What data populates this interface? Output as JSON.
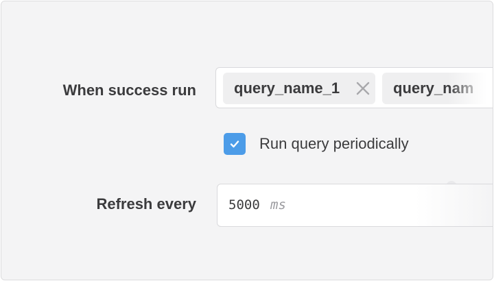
{
  "form": {
    "success_label": "When success run",
    "selected_queries": [
      {
        "label": "query_name_1",
        "remove_icon": "close-icon"
      },
      {
        "label": "query_nam"
      }
    ],
    "periodic": {
      "label": "Run query periodically",
      "checked": true,
      "check_icon": "checkmark-icon"
    },
    "refresh_label": "Refresh every",
    "refresh_value": "5000",
    "refresh_unit": "ms"
  },
  "colors": {
    "background": "#f4f4f5",
    "checkbox_accent": "#4c9ce8",
    "text": "#3b3b3d",
    "chip_background": "#efeff0",
    "unit_text": "#9a9a9e"
  }
}
